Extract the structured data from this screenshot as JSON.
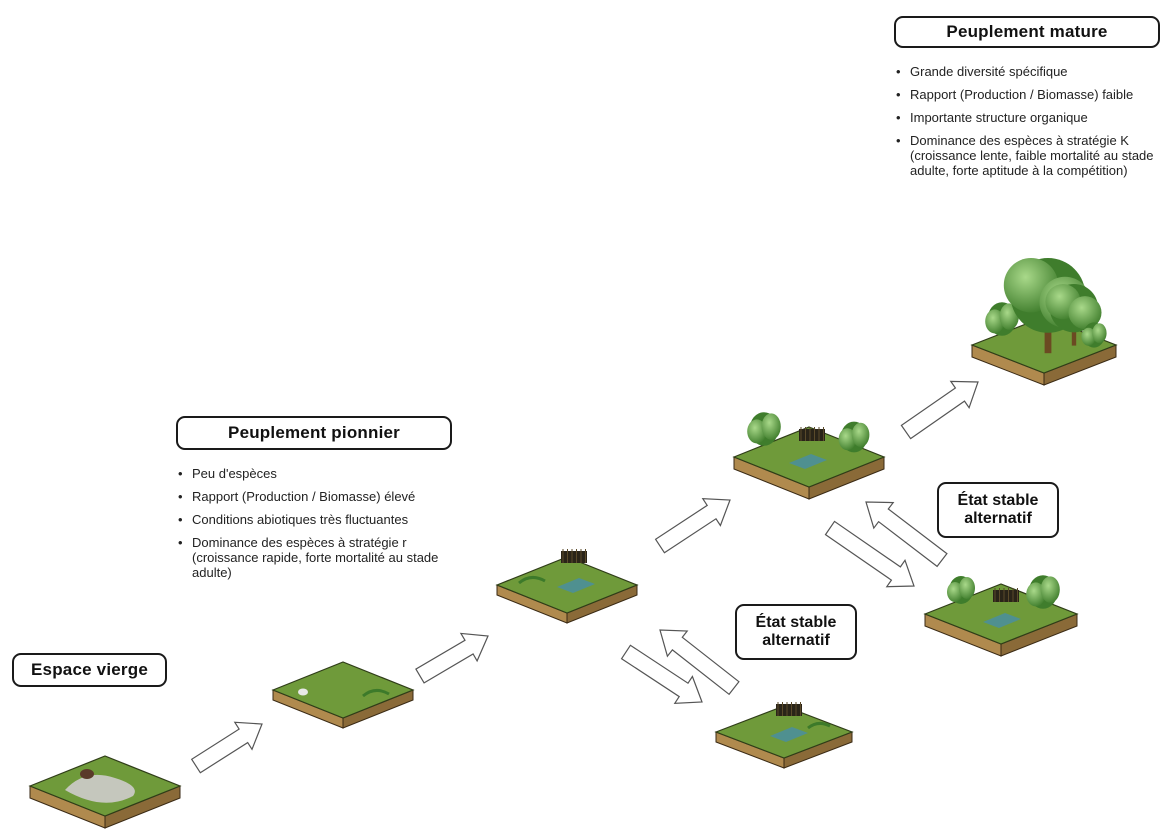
{
  "stages": {
    "vierge": {
      "title": "Espace vierge"
    },
    "pionnier": {
      "title": "Peuplement pionnier",
      "bullets": [
        "Peu d'espèces",
        "Rapport (Production / Biomasse) élevé",
        "Conditions abiotiques très fluctuantes",
        "Dominance  des espèces à stratégie r (croissance rapide, forte mortalité au stade adulte)"
      ]
    },
    "mature": {
      "title": "Peuplement mature",
      "bullets": [
        "Grande diversité spécifique",
        "Rapport (Production / Biomasse) faible",
        "Importante structure organique",
        "Dominance des espèces à stratégie K (croissance lente, faible mortalité au stade adulte, forte aptitude à la compétition)"
      ]
    }
  },
  "alternative_states": [
    {
      "line1": "État stable",
      "line2": "alternatif"
    },
    {
      "line1": "État stable",
      "line2": "alternatif"
    }
  ],
  "colors": {
    "grass_top": "#6f9a3a",
    "soil_left": "#b08a4e",
    "soil_right": "#8a6a38",
    "tree_light": "#8cc26a",
    "tree_dark": "#3f7d2c",
    "water": "#4a8ea0",
    "arrow_stroke": "#555555"
  }
}
